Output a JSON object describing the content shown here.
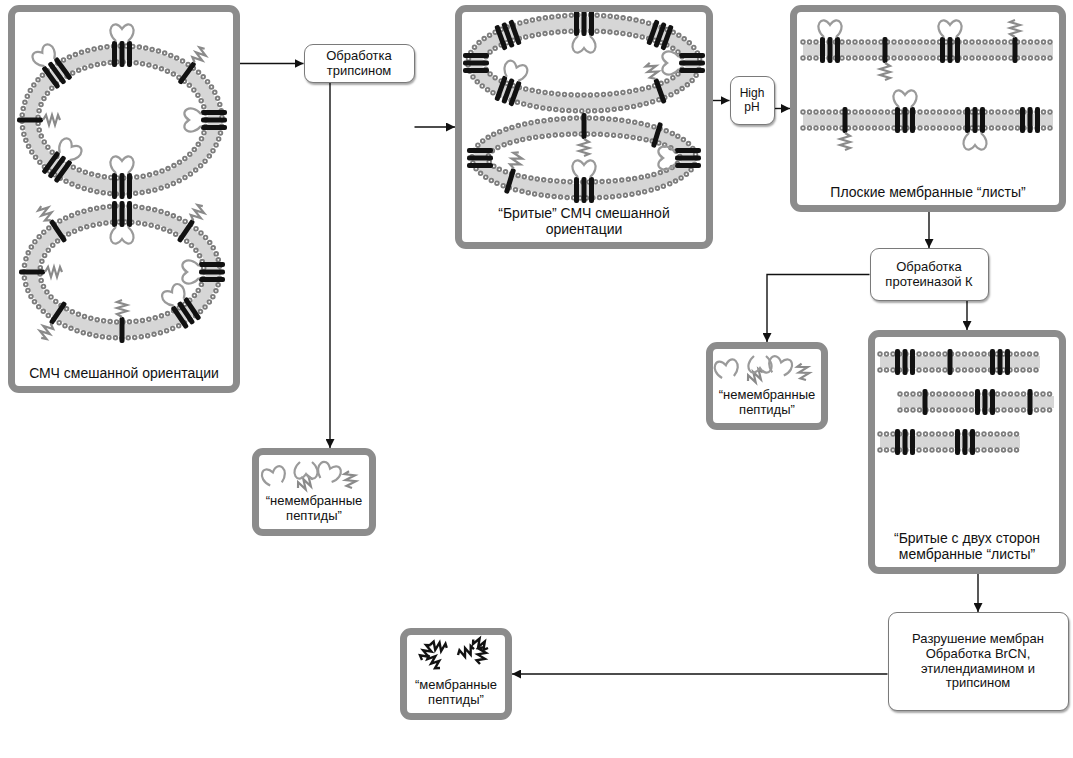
{
  "diagram": {
    "nodes": [
      {
        "text": [
          "СМЧ смешанной ориентации"
        ]
      },
      {
        "text": [
          "Обработка трипсином"
        ]
      },
      {
        "text": [
          "“Бритые” СМЧ смешанной ориентации"
        ]
      },
      {
        "text": [
          "High pH"
        ]
      },
      {
        "text": [
          "Плоские мембранные “листы”"
        ]
      },
      {
        "text": [
          "“немембранные пептиды”"
        ]
      },
      {
        "text": [
          "Обработка протеиназой К"
        ]
      },
      {
        "text": [
          "“немембранные пептиды”"
        ]
      },
      {
        "text": [
          "“Бритые с двух сторон мембранные “листы”"
        ]
      },
      {
        "text": [
          "Разрушение мембран",
          "Обработка BrCN, этилендиамином и трипсином"
        ]
      },
      {
        "text": [
          "“мембранные пептиды”"
        ]
      }
    ],
    "edges": [
      {
        "from": 0,
        "to": 1,
        "arrow": "to"
      },
      {
        "from": 1,
        "to": 2,
        "arrow": "to"
      },
      {
        "from": 1,
        "to": 5,
        "arrow": "to"
      },
      {
        "from": 2,
        "to": 3,
        "arrow": "to"
      },
      {
        "from": 3,
        "to": 4,
        "arrow": "to"
      },
      {
        "from": 4,
        "to": 6,
        "arrow": "to"
      },
      {
        "from": 6,
        "to": 7,
        "arrow": "to"
      },
      {
        "from": 6,
        "to": 8,
        "arrow": "to"
      },
      {
        "from": 8,
        "to": 9,
        "arrow": "to"
      },
      {
        "from": 9,
        "to": 10,
        "arrow": "to"
      }
    ]
  }
}
